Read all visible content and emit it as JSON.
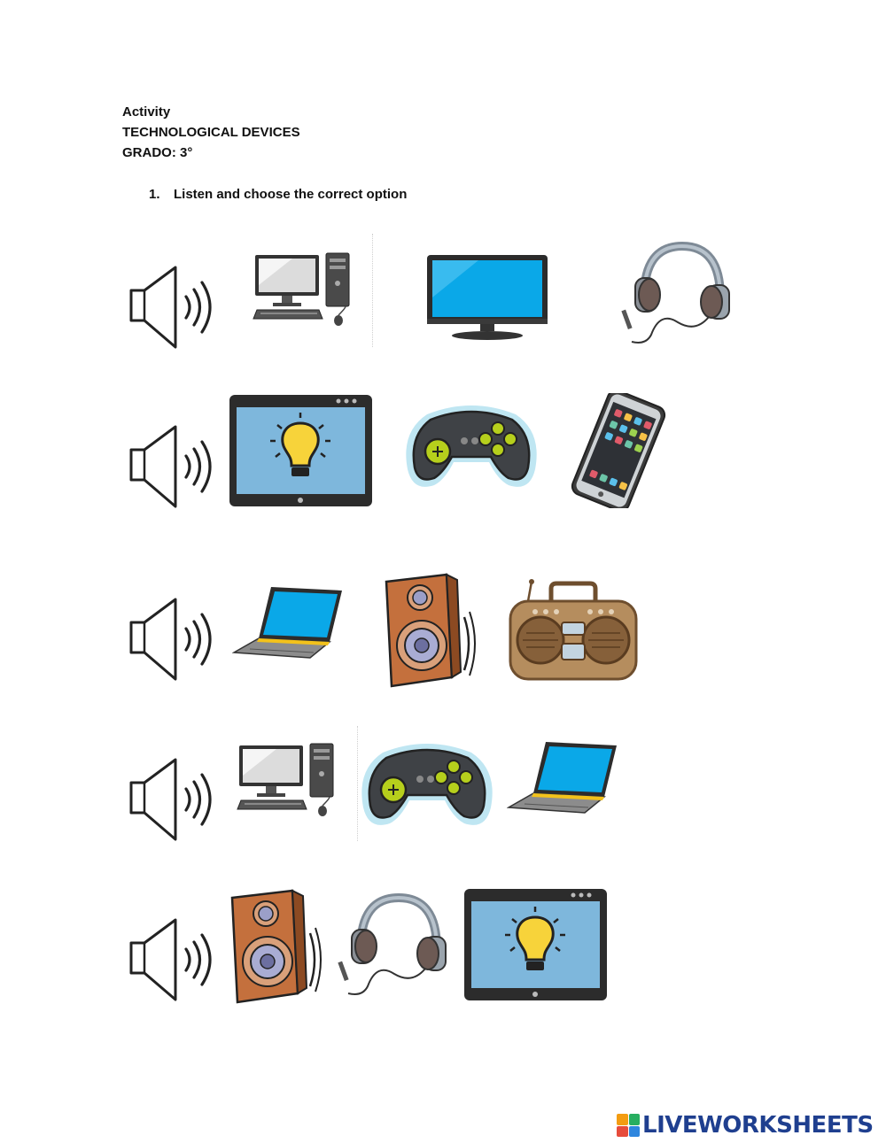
{
  "header": {
    "activity": "Activity",
    "title": "TECHNOLOGICAL DEVICES",
    "grade": "GRADO: 3°"
  },
  "instruction": {
    "number": "1.",
    "text": "Listen and choose the correct option"
  },
  "questions": [
    {
      "options": [
        "desktop-computer",
        "television",
        "headphones"
      ]
    },
    {
      "options": [
        "tablet",
        "game-controller",
        "smartphone"
      ]
    },
    {
      "options": [
        "laptop",
        "speaker",
        "radio"
      ]
    },
    {
      "options": [
        "desktop-computer",
        "game-controller",
        "laptop"
      ]
    },
    {
      "options": [
        "speaker",
        "headphones",
        "tablet"
      ]
    }
  ],
  "footer": {
    "brand": "LIVEWORKSHEETS"
  },
  "colors": {
    "screen_blue": "#0aa8e8",
    "brand_blue": "#1f3f8f"
  }
}
